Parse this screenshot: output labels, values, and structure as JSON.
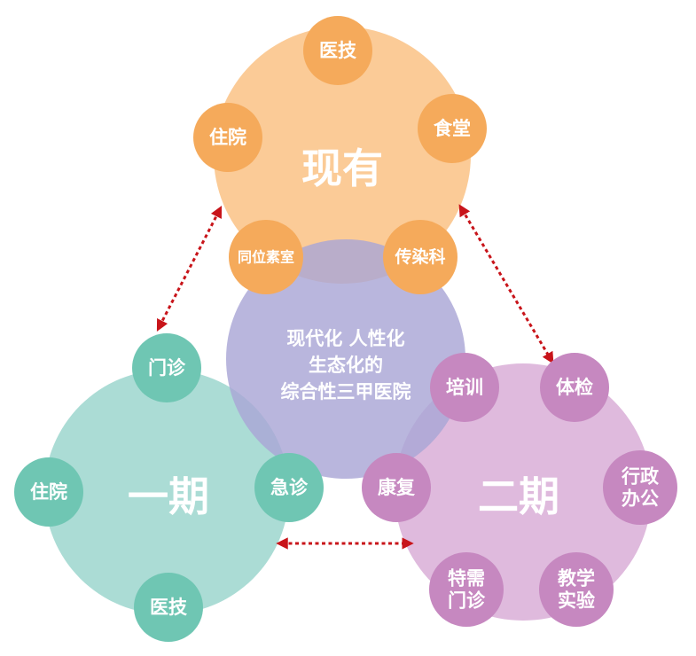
{
  "center": {
    "lines": [
      "现代化 人性化",
      "生态化的",
      "综合性三甲医院"
    ],
    "color": "#a9a6d6"
  },
  "existing": {
    "title": "现有",
    "big_color": "#fbc58c",
    "small_color": "#f5aa5b",
    "nodes": [
      {
        "label": "医技"
      },
      {
        "label": "住院"
      },
      {
        "label": "食堂"
      },
      {
        "label": "同位素室"
      },
      {
        "label": "传染科"
      }
    ]
  },
  "phase1": {
    "title": "一期",
    "big_color": "#a2d8d0",
    "small_color": "#6fc6b3",
    "nodes": [
      {
        "label": "门诊"
      },
      {
        "label": "住院"
      },
      {
        "label": "急诊"
      },
      {
        "label": "医技"
      }
    ]
  },
  "phase2": {
    "title": "二期",
    "big_color": "#dcb3d9",
    "small_color": "#c688c0",
    "nodes": [
      {
        "label": "培训"
      },
      {
        "label": "体检"
      },
      {
        "label": "康复"
      },
      {
        "label": "行政\n办公"
      },
      {
        "label": "特需\n门诊"
      },
      {
        "label": "教学\n实验"
      }
    ]
  },
  "arrow_color": "#c8141a"
}
